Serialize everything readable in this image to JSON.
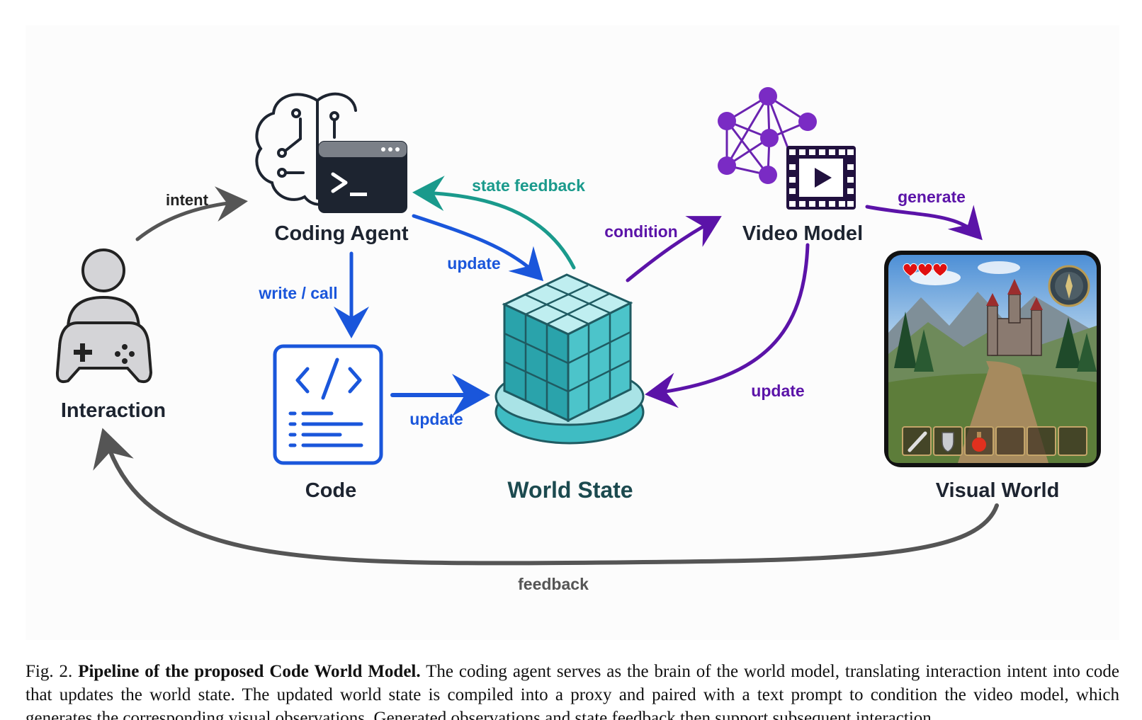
{
  "nodes": {
    "interaction": "Interaction",
    "coding_agent": "Coding Agent",
    "code": "Code",
    "world_state": "World State",
    "video_model": "Video Model",
    "visual_world": "Visual World"
  },
  "edges": {
    "intent": "intent",
    "state_feedback": "state feedback",
    "update_agent_to_state": "update",
    "write_call": "write / call",
    "update_code_to_state": "update",
    "condition": "condition",
    "generate": "generate",
    "update_video_to_state": "update",
    "feedback": "feedback"
  },
  "code_glyph": "</>",
  "caption": {
    "fig_label": "Fig. 2.",
    "title": "Pipeline of the proposed Code World Model.",
    "text": "The coding agent serves as the brain of the world model, translating interaction intent into code that updates the world state. The updated world state is compiled into a proxy and paired with a text prompt to condition the video model, which generates the corresponding visual observations. Generated observations and state feedback then support subsequent interaction."
  },
  "colors": {
    "agent_blue": "#1a56db",
    "teal": "#1a9a8c",
    "purple": "#5b13a8",
    "gray": "#555555",
    "dark": "#1d2430",
    "cube": "#3fbcc3"
  }
}
